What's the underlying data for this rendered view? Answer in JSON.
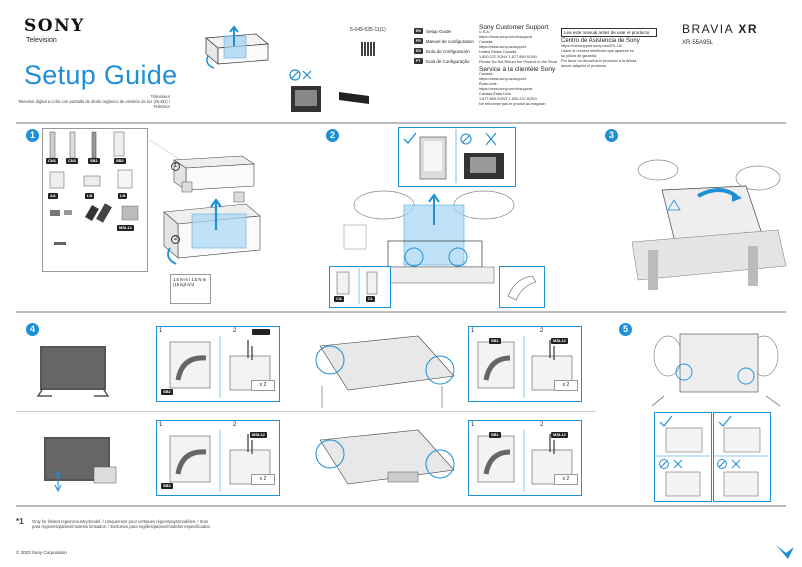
{
  "header": {
    "brand": "SONY",
    "category": "Television",
    "title": "Setup Guide",
    "subtitles": [
      "Téléviseur",
      "Televisor digital a color con pantalla de diodo orgánico de emisión de luz (OLED) / ",
      "Televisor"
    ],
    "doc_code": "5-049-535-11(1)"
  },
  "languages": [
    {
      "code": "EN",
      "label": "Setup Guide"
    },
    {
      "code": "FR",
      "label": "Manuel de configuration"
    },
    {
      "code": "ES",
      "label": "Guía de configuración"
    },
    {
      "code": "PT",
      "label": "Guia de Configuração"
    }
  ],
  "support": {
    "title": "Sony Customer Support",
    "lines": [
      "U.S.A.:",
      "https://www.sony.com/tvsupport",
      "Canada:",
      "https://www.sony.ca/support",
      "United States  Canada",
      "1.800.222.SONY     1.877.899.SONY",
      "Please Do Not Return the Product to the Store"
    ],
    "title_fr": "Service à la clientèle Sony",
    "lines_fr": [
      "Canada :",
      "https://www.sony.ca/support",
      "États-Unis :",
      "https://www.sony.com/tvsupport",
      "Canada              États-Unis",
      "1.877.899.SONY     1.800.222.SONY",
      "Ne retournez pas le produit au magasin"
    ]
  },
  "read_first": {
    "box_label": "Lea este manual antes de usar el producto",
    "title": "Centro de Asistencia de Sony",
    "lines": [
      "https://mexsupport.sony.com/ES-LA/",
      "Llame al número telefónico que aparece en",
      "su póliza de garantía.",
      "Por favor no devuelva el producto a la tienda",
      "donde adquirió el producto."
    ]
  },
  "product": {
    "line": "BRAVIA",
    "suffix": "XR",
    "model": "XR-55A95L"
  },
  "steps": [
    "1",
    "2",
    "3",
    "4",
    "5"
  ],
  "step1": {
    "parts_row1": [
      "CN1",
      "CN2",
      "SB1",
      "SB2"
    ],
    "parts_row2": [
      "AA",
      "LB",
      "LN"
    ],
    "parts_row3": [
      "MSL12"
    ],
    "substeps": [
      "1",
      "2"
    ],
    "torque": [
      "1.5 N·m / 1.5 N·m",
      "{15 kgf·cm}"
    ]
  },
  "step2": {
    "parts": [
      "CA",
      "CL"
    ]
  },
  "step4": {
    "row1": {
      "a_num": "1",
      "a_tag": "SB2",
      "b_num": "2",
      "b_tag": "",
      "mult": "x 2",
      "c_num": "1",
      "c_tag": "SB1",
      "d_num": "2",
      "d_tag": "MSL12",
      "mult2": "x 2"
    },
    "row2": {
      "a_num": "1",
      "a_tag": "SB2",
      "b_num": "2",
      "b_tag": "MSL12",
      "mult": "x 2",
      "c_num": "1",
      "c_tag": "SB1",
      "d_num": "2",
      "d_tag": "MSL12",
      "mult2": "x 2"
    }
  },
  "footnote": {
    "mark": "*1",
    "text": [
      "Only for limited region/country/model. / Uniquement pour certaines région/pays/modèles. / Solo",
      "para regiones/países/modelos limitados. / Exclusivo para regiões/países/modelos especificados."
    ]
  },
  "copyright": "© 2023 Sony Corporation",
  "colors": {
    "accent": "#1f8fd6",
    "dark": "#222222"
  }
}
